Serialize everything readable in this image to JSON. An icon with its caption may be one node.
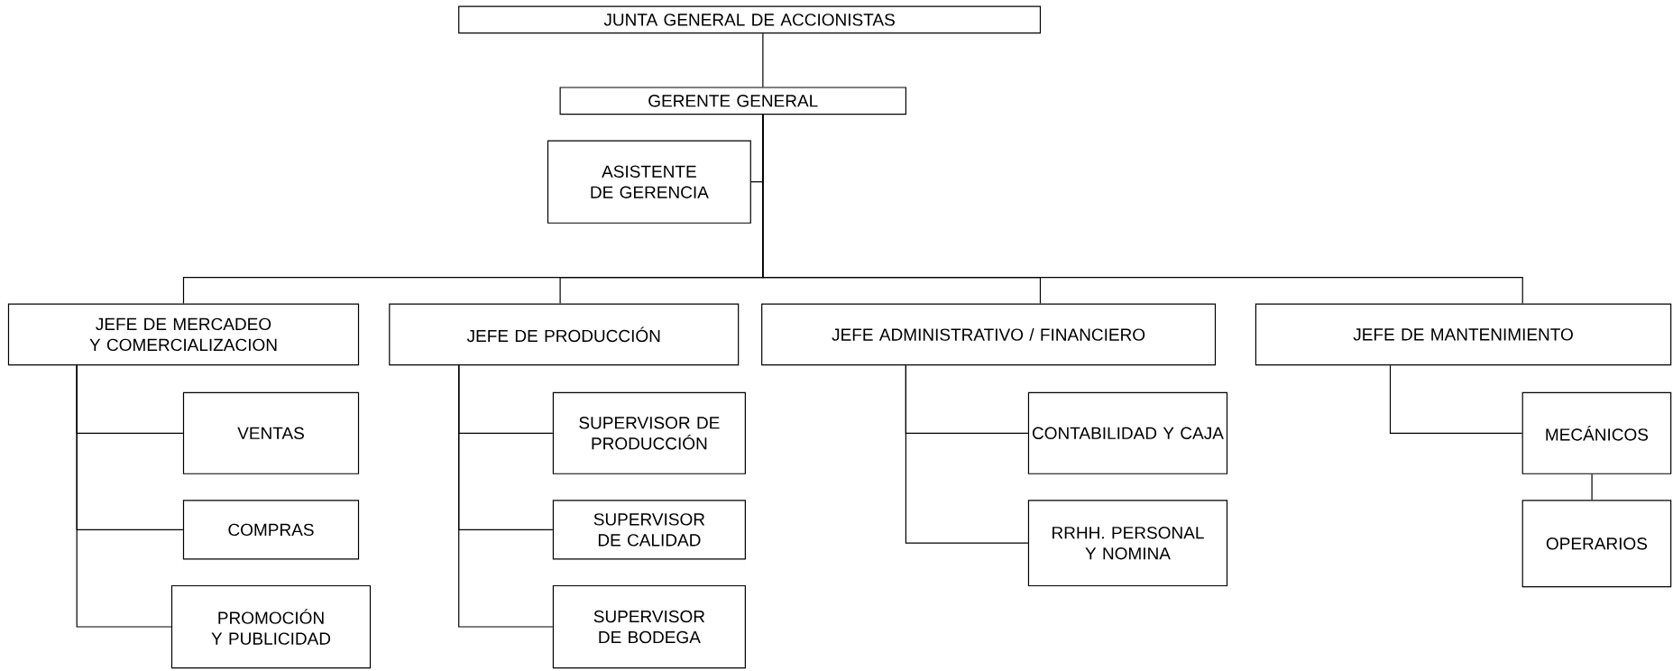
{
  "diagram": {
    "nodes": [
      {
        "text": [
          "JUNTA GENERAL DE ACCIONISTAS"
        ]
      },
      {
        "text": [
          "GERENTE GENERAL"
        ]
      },
      {
        "text": [
          "ASISTENTE DE GERENCIA"
        ]
      },
      {
        "text": [
          "JEFE DE MERCADEO Y COMERCIALIZACION"
        ]
      },
      {
        "text": [
          "JEFE DE PRODUCCIÓN"
        ]
      },
      {
        "text": [
          "JEFE ADMINISTRATIVO / FINANCIERO"
        ]
      },
      {
        "text": [
          "JEFE DE MANTENIMIENTO"
        ]
      },
      {
        "text": [
          "VENTAS"
        ]
      },
      {
        "text": [
          "COMPRAS"
        ]
      },
      {
        "text": [
          "PROMOCIÓN Y PUBLICIDAD"
        ]
      },
      {
        "text": [
          "SUPERVISOR DE PRODUCCIÓN"
        ]
      },
      {
        "text": [
          "SUPERVISOR DE CALIDAD"
        ]
      },
      {
        "text": [
          "SUPERVISOR DE BODEGA"
        ]
      },
      {
        "text": [
          "CONTABILIDAD Y CAJA"
        ]
      },
      {
        "text": [
          "RRHH. PERSONAL Y NOMINA"
        ]
      },
      {
        "text": [
          "MECÁNICOS"
        ]
      },
      {
        "text": [
          "OPERARIOS"
        ]
      }
    ],
    "edges": [
      {
        "from": 0,
        "to": 1,
        "arrow": "none"
      },
      {
        "from": 1,
        "to": 2,
        "arrow": "none"
      },
      {
        "from": 1,
        "to": 3,
        "arrow": "none"
      },
      {
        "from": 1,
        "to": 4,
        "arrow": "none"
      },
      {
        "from": 1,
        "to": 5,
        "arrow": "none"
      },
      {
        "from": 1,
        "to": 6,
        "arrow": "none"
      },
      {
        "from": 3,
        "to": 7,
        "arrow": "none"
      },
      {
        "from": 3,
        "to": 8,
        "arrow": "none"
      },
      {
        "from": 3,
        "to": 9,
        "arrow": "none"
      },
      {
        "from": 4,
        "to": 10,
        "arrow": "none"
      },
      {
        "from": 4,
        "to": 11,
        "arrow": "none"
      },
      {
        "from": 4,
        "to": 12,
        "arrow": "none"
      },
      {
        "from": 5,
        "to": 13,
        "arrow": "none"
      },
      {
        "from": 5,
        "to": 14,
        "arrow": "none"
      },
      {
        "from": 6,
        "to": 15,
        "arrow": "none"
      },
      {
        "from": 15,
        "to": 16,
        "arrow": "none"
      }
    ]
  }
}
